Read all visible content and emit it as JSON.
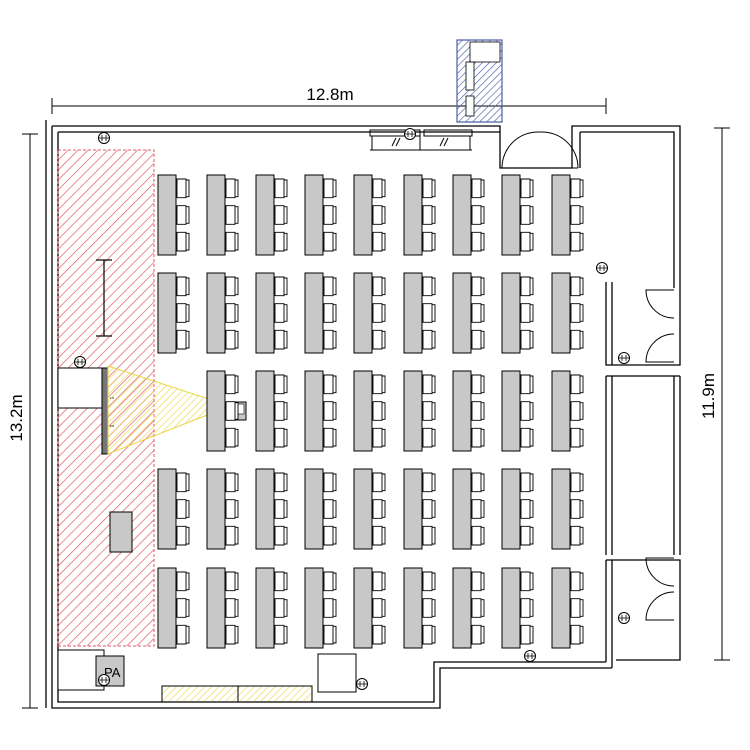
{
  "dimensions": {
    "width_label": "12.8m",
    "height_label": "13.2m",
    "right_height_label": "11.9m"
  },
  "equipment": {
    "pa_label": "PA"
  },
  "layout_counts": {
    "seating_rows": 5,
    "table_columns": 9,
    "chairs_per_table": 3
  },
  "colors": {
    "wall": "#000000",
    "table_fill": "#c8c8c8",
    "stage_hatch": "#e05a6a",
    "storage_hatch": "#4a5fa8",
    "projection_beam": "#f2e24a",
    "counter_fill": "#f4f0b0"
  }
}
